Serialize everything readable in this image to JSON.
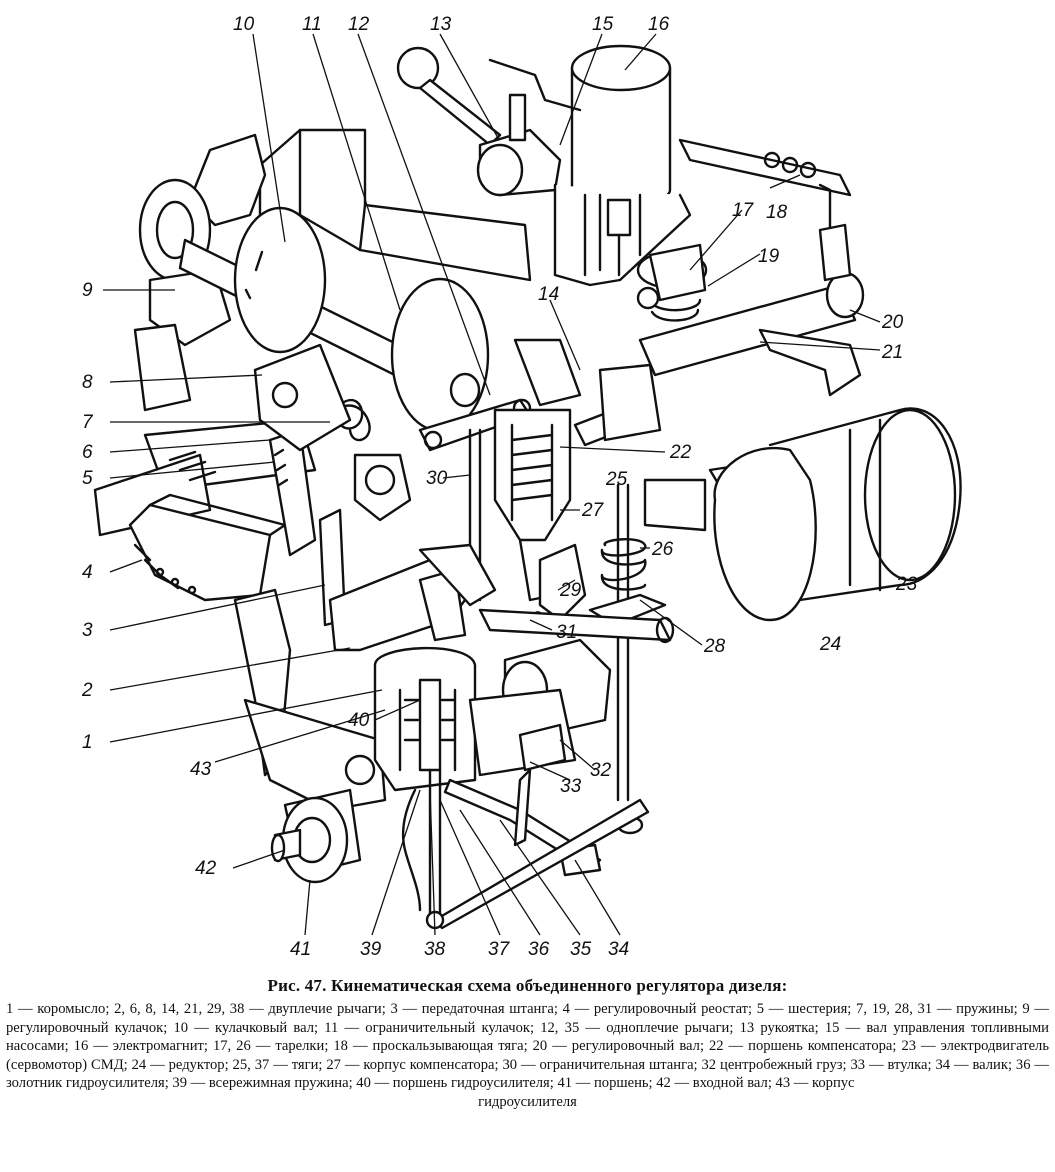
{
  "figure": {
    "labels": {
      "n1": "1",
      "n2": "2",
      "n3": "3",
      "n4": "4",
      "n5": "5",
      "n6": "6",
      "n7": "7",
      "n8": "8",
      "n9": "9",
      "n10": "10",
      "n11": "11",
      "n12": "12",
      "n13": "13",
      "n14": "14",
      "n15": "15",
      "n16": "16",
      "n17": "17",
      "n18": "18",
      "n19": "19",
      "n20": "20",
      "n21": "21",
      "n22": "22",
      "n23": "23",
      "n24": "24",
      "n25": "25",
      "n26": "26",
      "n27": "27",
      "n28": "28",
      "n29": "29",
      "n30": "30",
      "n31": "31",
      "n32": "32",
      "n33": "33",
      "n34": "34",
      "n35": "35",
      "n36": "36",
      "n37": "37",
      "n38": "38",
      "n39": "39",
      "n40": "40",
      "n41": "41",
      "n42": "42",
      "n43": "43"
    }
  },
  "caption": {
    "title": "Рис. 47. Кинематическая схема объединенного регулятора дизеля:",
    "text": "1 — коромысло; 2, 6, 8, 14, 21, 29, 38 — двуплечие рычаги; 3 — передаточная штанга; 4 — регулировочный реостат; 5 — шестерия; 7, 19, 28, 31 — пружины; 9 — регулировочный кулачок; 10 — кулачковый вал; 11 — ограничительный кулачок; 12, 35 — одноплечие рычаги; 13 рукоятка; 15 — вал управления топливными насосами; 16 — электромагнит; 17, 26 — тарелки; 18 — проскальзывающая тяга; 20 — регулировочный вал; 22 — поршень компенсатора; 23 — электродвигатель (сервомотор) СМД; 24 — редуктор; 25, 37 — тяги; 27 — корпус компенсатора; 30 — ограничительная штанга; 32 центробежный груз; 33 — втулка; 34 — валик; 36 — золотник гидроусилителя; 39 — всережимная пружина; 40 — поршень гидроусилителя; 41 — поршень; 42 — входной вал; 43 — корпус",
    "tail": "гидроусилителя"
  }
}
